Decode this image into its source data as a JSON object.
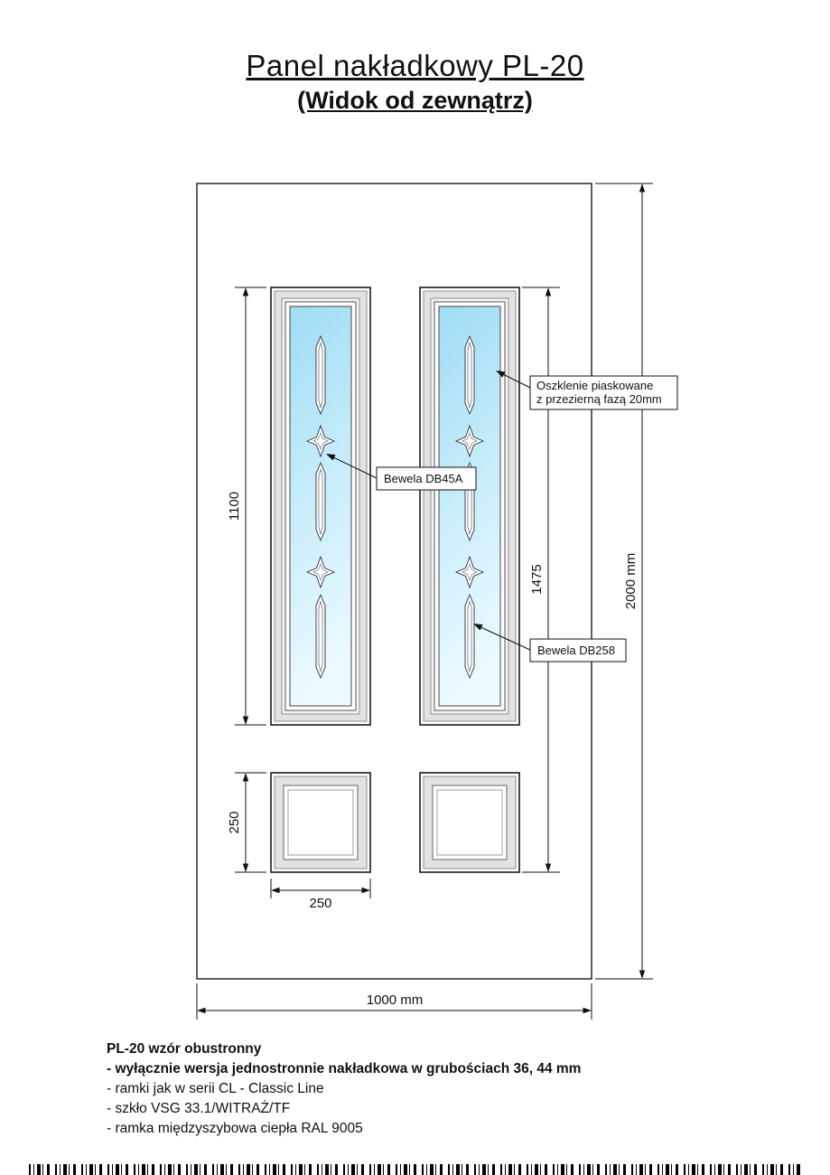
{
  "title": "Panel nakładkowy PL-20",
  "subtitle": "(Widok od zewnątrz)",
  "dims": {
    "glass_height": "1100",
    "square_height": "250",
    "square_width": "250",
    "panel_span": "1475",
    "door_height": "2000 mm",
    "door_width": "1000 mm"
  },
  "callouts": {
    "glazing_line1": "Oszklenie piaskowane",
    "glazing_line2": "z przezierną fazą 20mm",
    "bevel_db45a": "Bewela DB45A",
    "bevel_db258": "Bewela DB258"
  },
  "footer": {
    "line1": "PL-20 wzór obustronny",
    "line2": "- wyłącznie wersja jednostronnie nakładkowa w grubościach 36, 44 mm",
    "line3": "- ramki jak w serii CL - Classic Line",
    "line4": "- szkło VSG 33.1/WITRAŻ/TF",
    "line5": "- ramka międzyszybowa ciepła RAL 9005"
  },
  "colors": {
    "glass_blue": "#9fdcf4",
    "frame_gray": "#e3e3e3",
    "line": "#111111"
  }
}
